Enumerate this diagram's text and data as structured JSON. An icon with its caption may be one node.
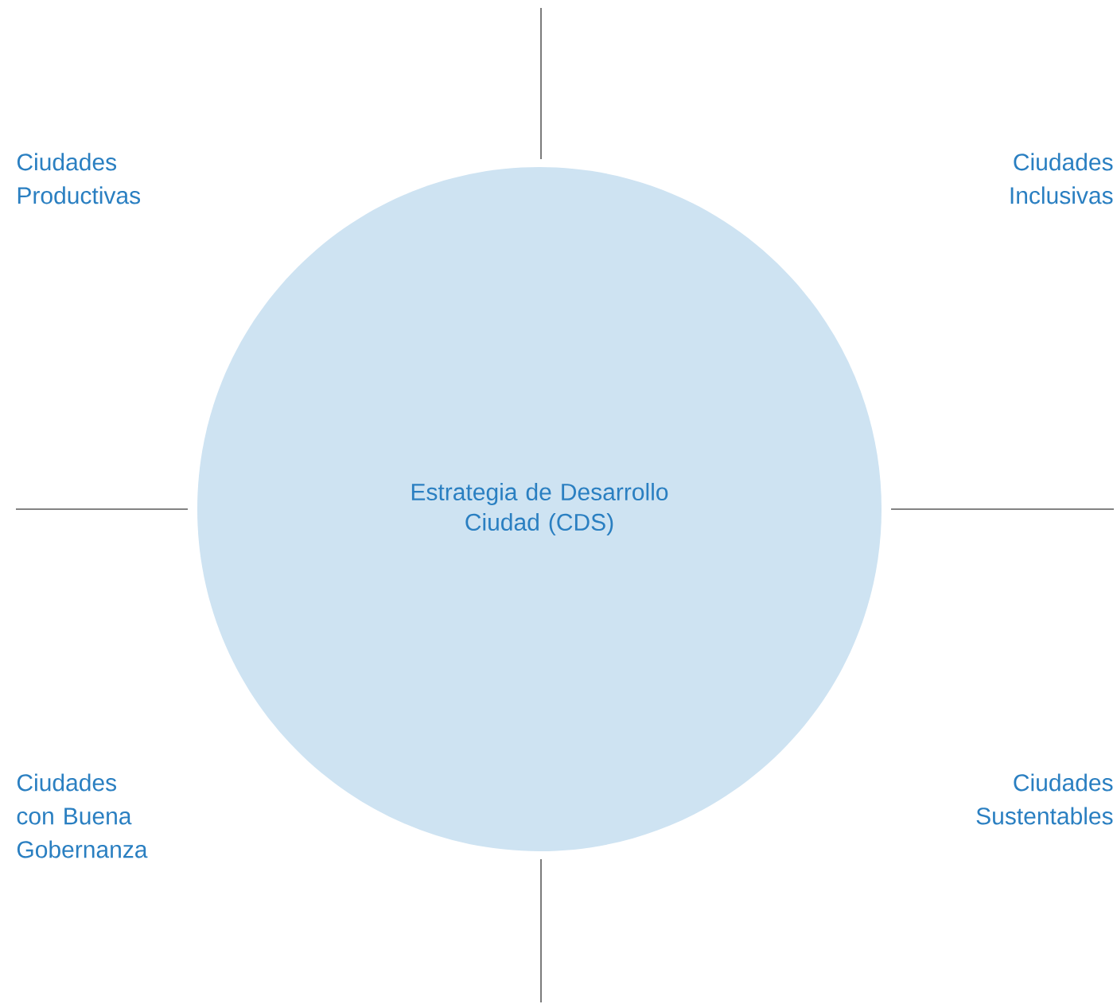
{
  "diagram": {
    "nodes": [
      {
        "text": [
          "Estrategia de Desarrollo Ciudad (CDS)"
        ]
      }
    ],
    "labels": [
      "Ciudades Productivas",
      "Ciudades Inclusivas",
      "Ciudades con Buena Gobernanza",
      "Ciudades Sustentables"
    ]
  }
}
